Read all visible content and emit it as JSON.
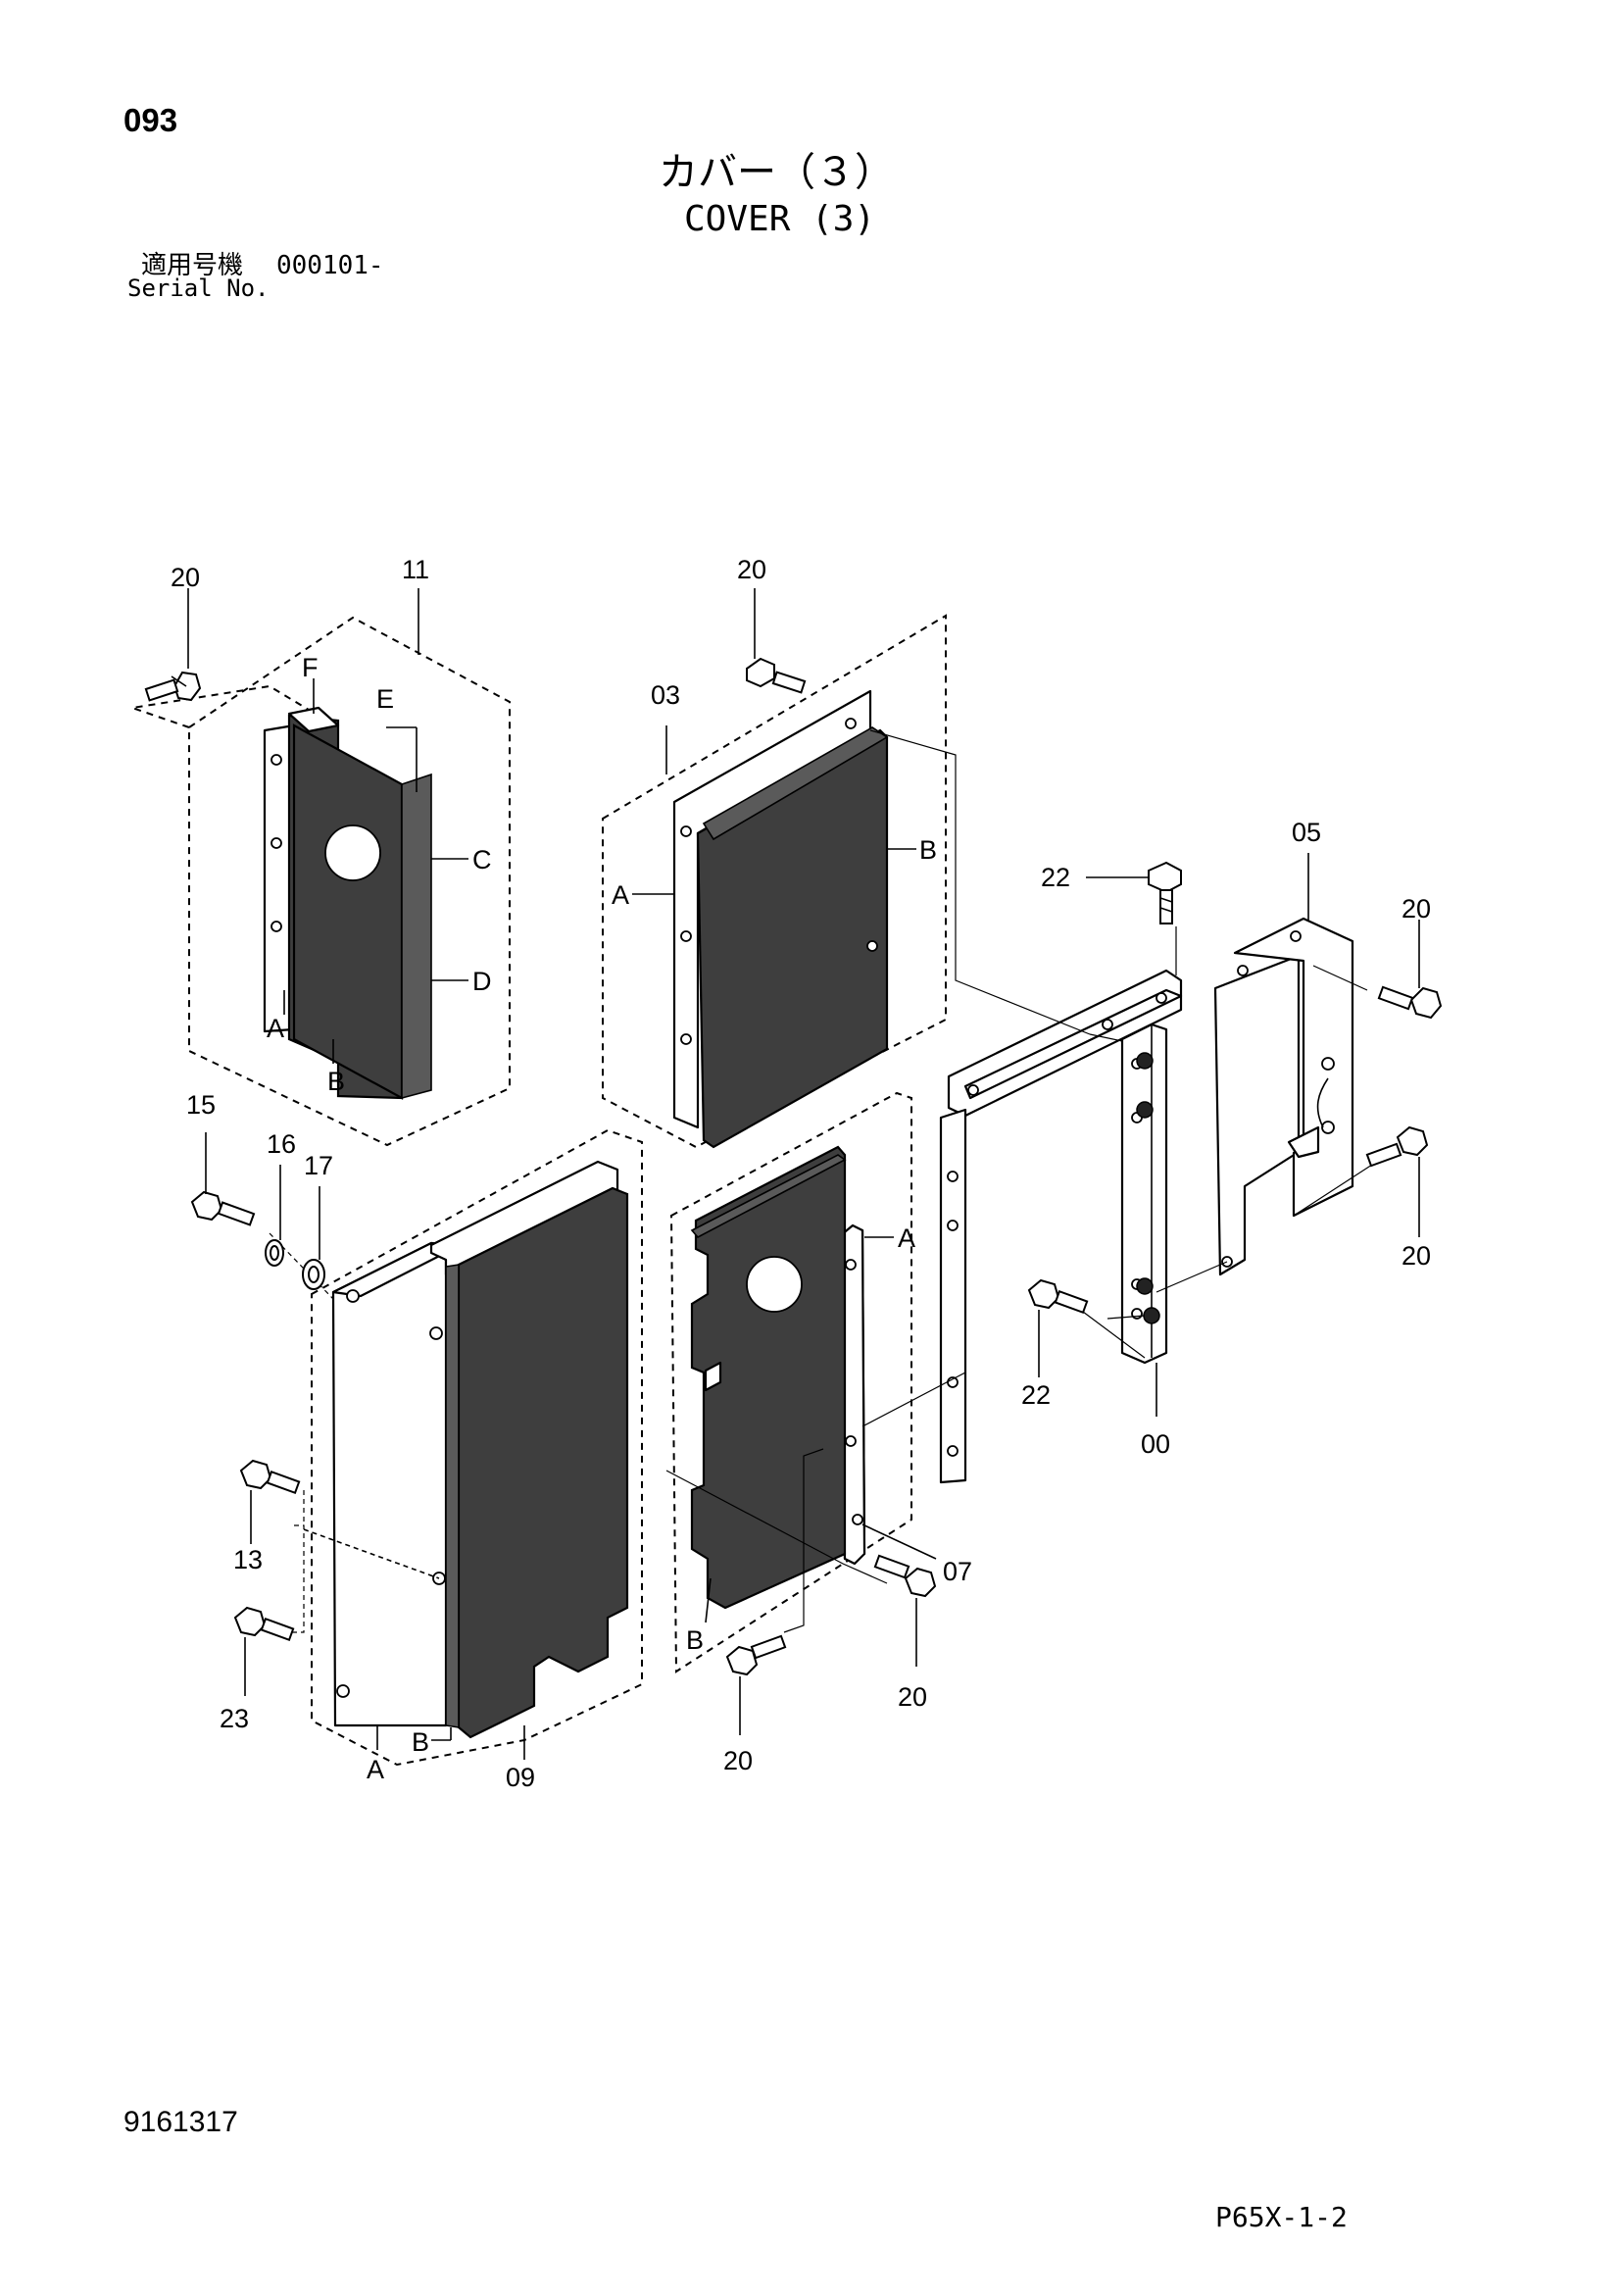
{
  "header": {
    "page_code": "093",
    "title_ja": "カバー（３）",
    "title_en": "COVER (3)",
    "serial_label_ja": "適用号機",
    "serial_value": "000101-",
    "serial_label_en": "Serial No."
  },
  "footer": {
    "doc_number": "9161317",
    "page_ref": "P65X-1-2"
  },
  "callouts": {
    "c20a": "20",
    "c11": "11",
    "c20b": "20",
    "c03": "03",
    "c05": "05",
    "c22a": "22",
    "c20c": "20",
    "c20d": "20",
    "c15": "15",
    "c16": "16",
    "c17": "17",
    "c13": "13",
    "c23": "23",
    "c09": "09",
    "c07": "07",
    "c20e": "20",
    "c20f": "20",
    "c22b": "22",
    "c00": "00"
  },
  "letters": {
    "p11_f": "F",
    "p11_e": "E",
    "p11_c": "C",
    "p11_d": "D",
    "p11_a": "A",
    "p11_b": "B",
    "p03_a": "A",
    "p03_b": "B",
    "p07_a": "A",
    "p07_b": "B",
    "p09_a": "A",
    "p09_b": "B"
  }
}
